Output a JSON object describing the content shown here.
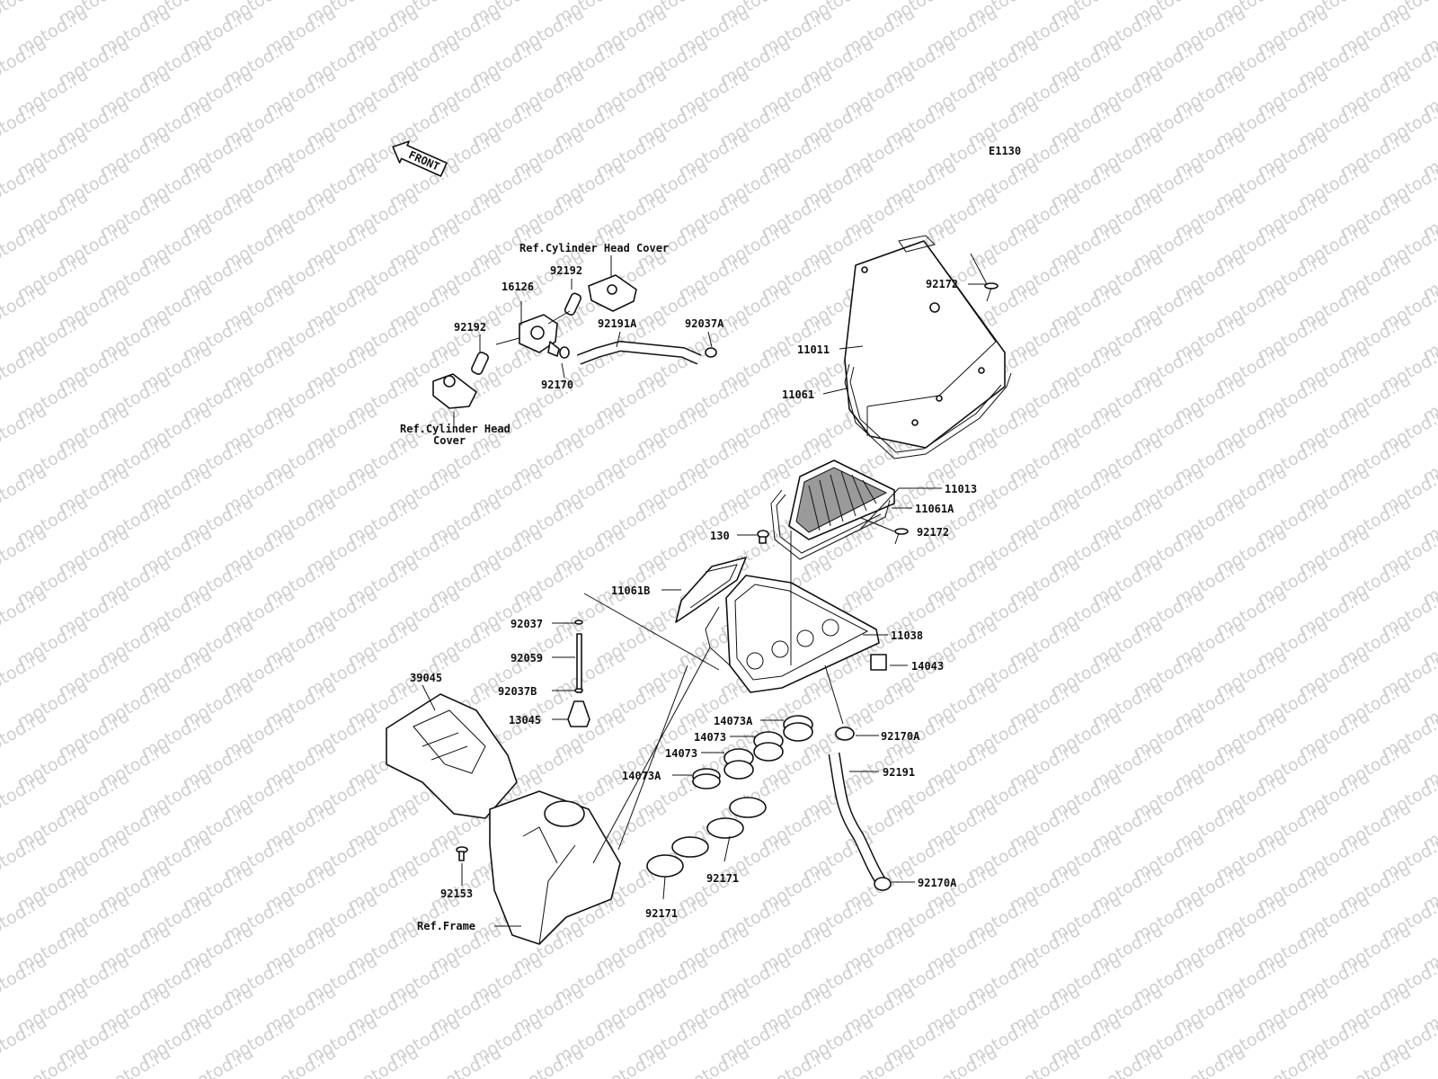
{
  "diagram_code": "E1130",
  "front_label": "FRONT",
  "watermark": "motod.ru",
  "parts": {
    "p92172_top": "92172",
    "p11011": "11011",
    "p11061": "11061",
    "p11013": "11013",
    "p11061A": "11061A",
    "p92172_mid": "92172",
    "p130": "130",
    "p11061B": "11061B",
    "p11038": "11038",
    "p14043": "14043",
    "p92037": "92037",
    "p92059": "92059",
    "p92037B": "92037B",
    "p13045": "13045",
    "p39045": "39045",
    "p14073A_top": "14073A",
    "p14073_1": "14073",
    "p14073_2": "14073",
    "p14073A_bot": "14073A",
    "p92170A_top": "92170A",
    "p92191": "92191",
    "p92170A_bot": "92170A",
    "p92171_right": "92171",
    "p92171_left": "92171",
    "p92153": "92153",
    "p16126": "16126",
    "p92192_top": "92192",
    "p92192_left": "92192",
    "p92191A": "92191A",
    "p92037A": "92037A",
    "p92170": "92170"
  },
  "refs": {
    "cyl_head_top": "Ref.Cylinder Head Cover",
    "cyl_head_bottom_line1": "Ref.Cylinder Head",
    "cyl_head_bottom_line2": "Cover",
    "frame": "Ref.Frame"
  }
}
